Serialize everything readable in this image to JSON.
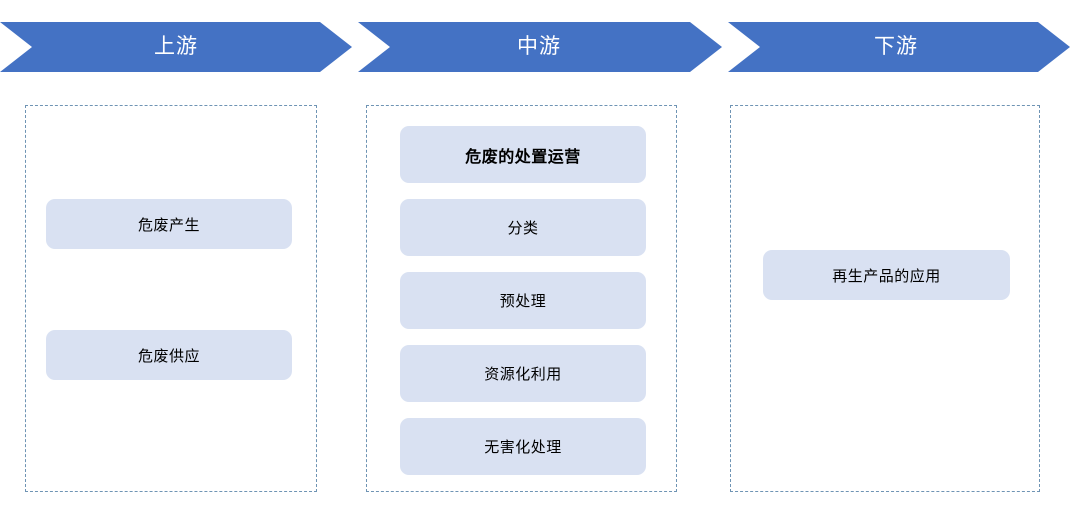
{
  "banner": {
    "fill_color": "#4472c4",
    "text_color": "#ffffff",
    "segments": [
      {
        "label": "上游",
        "name": "upstream"
      },
      {
        "label": "中游",
        "name": "midstream"
      },
      {
        "label": "下游",
        "name": "downstream"
      }
    ]
  },
  "palette": {
    "banner_blue": "#4472c4",
    "pill_fill": "#d9e1f2",
    "dashed_border": "#6f94b4",
    "text": "#000000",
    "background": "#ffffff"
  },
  "stages": [
    {
      "name": "upstream",
      "items": [
        {
          "label": "危废产生",
          "emphasis": false
        },
        {
          "label": "危废供应",
          "emphasis": false
        }
      ]
    },
    {
      "name": "midstream",
      "items": [
        {
          "label": "危废的处置运营",
          "emphasis": true
        },
        {
          "label": "分类",
          "emphasis": false
        },
        {
          "label": "预处理",
          "emphasis": false
        },
        {
          "label": "资源化利用",
          "emphasis": false
        },
        {
          "label": "无害化处理",
          "emphasis": false
        }
      ]
    },
    {
      "name": "downstream",
      "items": [
        {
          "label": "再生产品的应用",
          "emphasis": false
        }
      ]
    }
  ]
}
